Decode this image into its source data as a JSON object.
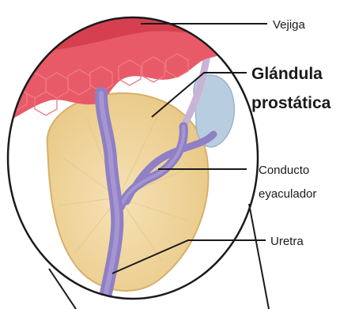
{
  "labels": {
    "bladder": "Vejiga",
    "prostate_line1": "Glándula",
    "prostate_line2": "prostática",
    "duct_line1": "Conducto",
    "duct_line2": "eyaculador",
    "urethra": "Uretra"
  },
  "colors": {
    "bladder": "#e85a68",
    "bladder_cells": "#f07a84",
    "bladder_top": "#d6404e",
    "prostate": "#efd39a",
    "prostate_edge": "#d7b06a",
    "ducts": "#8f7fc4",
    "ducts_dark": "#6d5ea8",
    "vesicle": "#b9cde0",
    "leader": "#1a1a1a"
  }
}
